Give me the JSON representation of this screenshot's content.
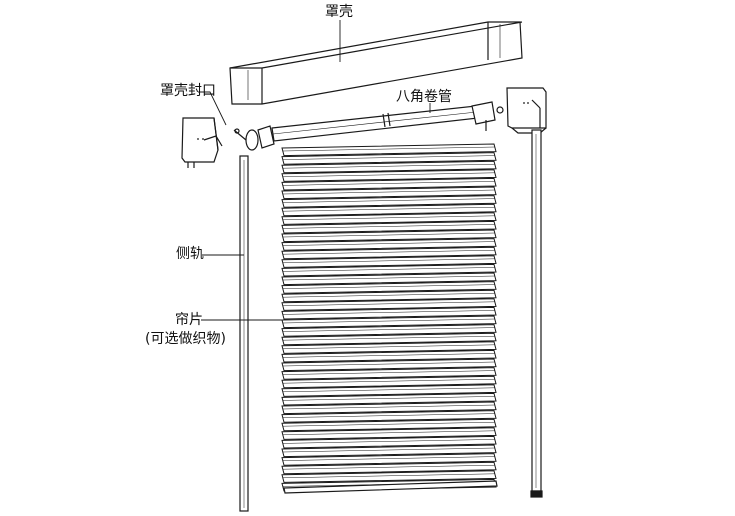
{
  "labels": {
    "housing": "罩壳",
    "end_cap": "罩壳封口",
    "octagonal_tube": "八角卷管",
    "side_rail": "侧轨",
    "slat": "帘片",
    "slat_note": "(可选做织物)"
  },
  "colors": {
    "line": "#1a1a1a",
    "background": "#ffffff"
  }
}
